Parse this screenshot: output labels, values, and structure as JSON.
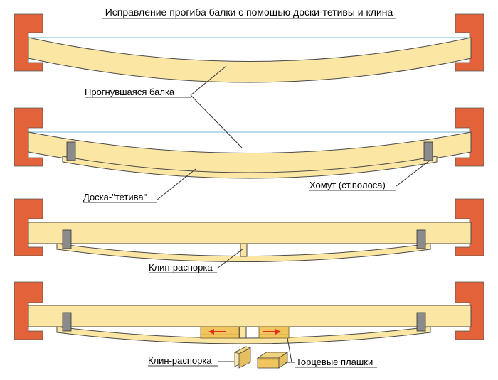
{
  "title": "Исправление прогиба балки с помощью доски-тетивы и клина",
  "labels": {
    "bent_beam": "Прогнувшаяся балка",
    "string_board": "Доска-\"тетива\"",
    "clamp": "Хомут (ст.полоса)",
    "wedge_spacer_1": "Клин-распорка",
    "wedge_spacer_2": "Клин-распорка",
    "end_plates": "Торцевые плашки"
  },
  "colors": {
    "wall": "#e2623a",
    "beam": "#fbe6a3",
    "clamp": "#8b8b8b",
    "arrow": "#e03020",
    "guide_line": "#6fb7d6"
  }
}
